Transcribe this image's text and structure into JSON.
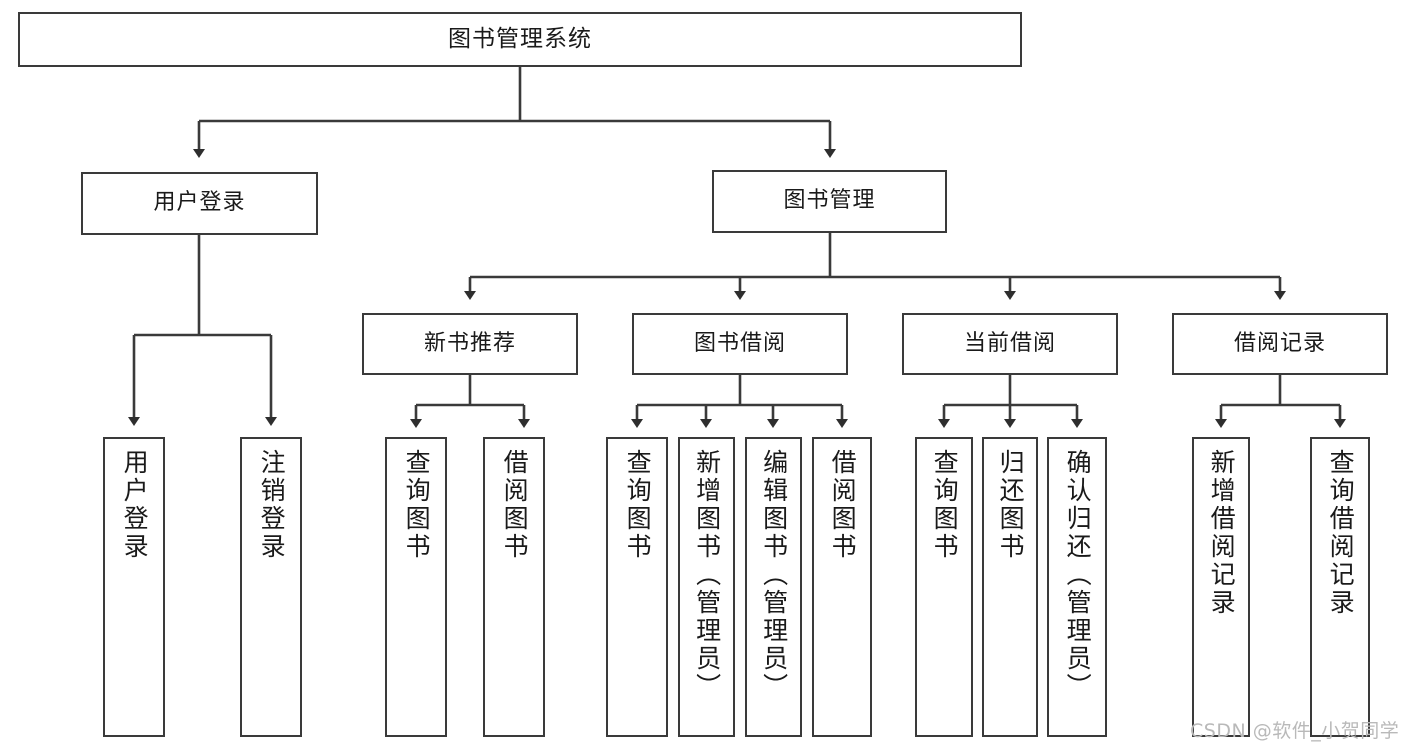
{
  "diagram": {
    "type": "tree-hierarchy",
    "title_node": {
      "label": "图书管理系统"
    },
    "level2": [
      {
        "label": "用户登录"
      },
      {
        "label": "图书管理"
      }
    ],
    "level3": [
      {
        "label": "新书推荐"
      },
      {
        "label": "图书借阅"
      },
      {
        "label": "当前借阅"
      },
      {
        "label": "借阅记录"
      }
    ],
    "leaves": {
      "user_login": [
        {
          "label": "用户登录"
        },
        {
          "label": "注销登录"
        }
      ],
      "new_book_recommend": [
        {
          "label": "查询图书"
        },
        {
          "label": "借阅图书"
        }
      ],
      "book_borrow": [
        {
          "label": "查询图书"
        },
        {
          "label": "新增图书（管理员）"
        },
        {
          "label": "编辑图书（管理员）"
        },
        {
          "label": "借阅图书"
        }
      ],
      "current_borrow": [
        {
          "label": "查询图书"
        },
        {
          "label": "归还图书"
        },
        {
          "label": "确认归还（管理员）"
        }
      ],
      "borrow_record": [
        {
          "label": "新增借阅记录"
        },
        {
          "label": "查询借阅记录"
        }
      ]
    }
  },
  "watermark": {
    "text": "CSDN @软件_小贺同学"
  },
  "colors": {
    "stroke": "#3a3a3a",
    "text": "#1a1a1a",
    "background": "#ffffff",
    "watermark": "#b9b9b9"
  }
}
